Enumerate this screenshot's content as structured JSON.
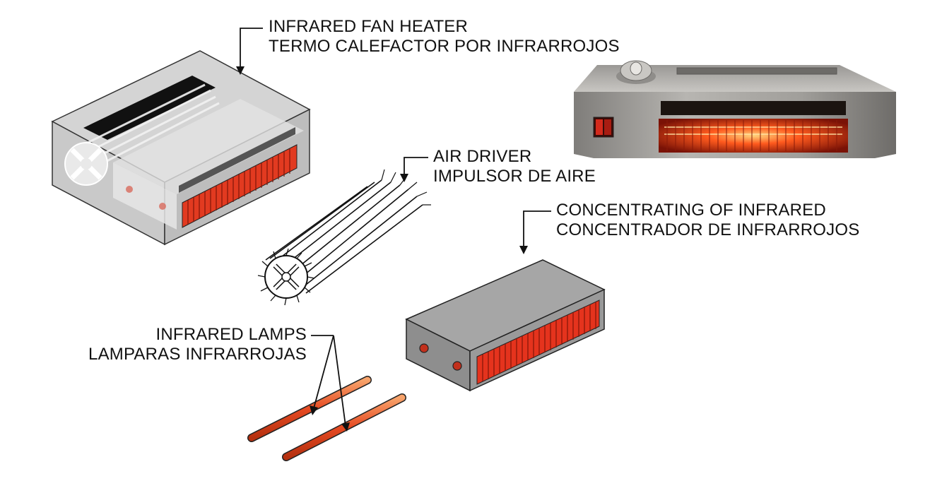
{
  "labels": {
    "fan_heater": {
      "line1": "INFRARED FAN HEATER",
      "line2": "TERMO CALEFACTOR POR INFRARROJOS"
    },
    "air_driver": {
      "line1": "AIR DRIVER",
      "line2": "IMPULSOR DE AIRE"
    },
    "concentrator": {
      "line1": "CONCENTRATING OF INFRARED",
      "line2": "CONCENTRADOR DE INFRARROJOS"
    },
    "lamps": {
      "line1": "INFRARED LAMPS",
      "line2": "LAMPARAS INFRARROJAS"
    }
  },
  "colors": {
    "housing": "#cfcfcf",
    "box_top": "#a9a9a9",
    "box_side": "#8c8c8c",
    "infrared_red": "#e8321d",
    "lamp_orange": "#e65a2a",
    "steel": "#9d9b98"
  },
  "icons": [
    "fan-wheel-icon",
    "heat-fins-icon",
    "rocker-switch-icon",
    "thermostat-knob-icon"
  ]
}
